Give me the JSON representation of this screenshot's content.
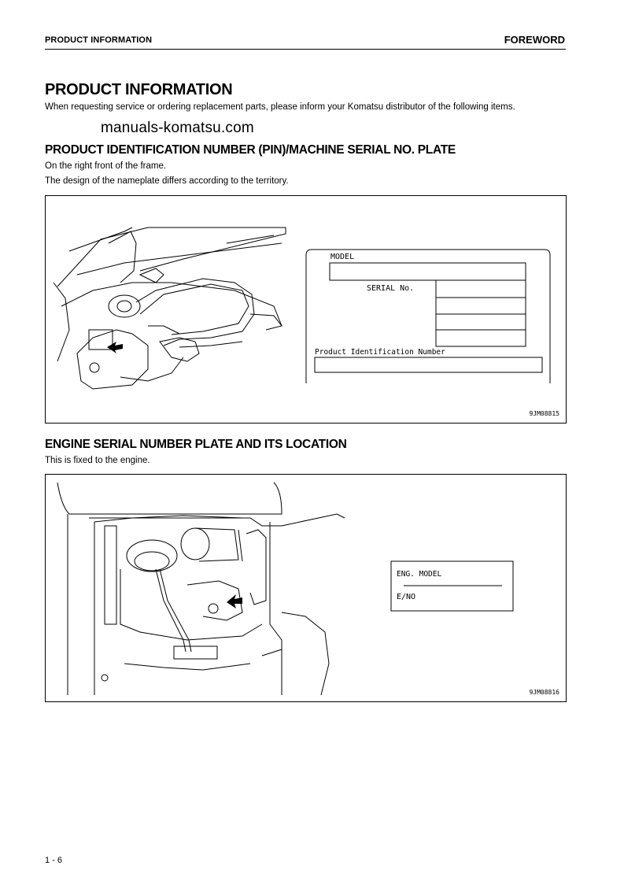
{
  "header": {
    "left": "PRODUCT INFORMATION",
    "right": "FOREWORD"
  },
  "title": "PRODUCT INFORMATION",
  "intro": "When requesting service or ordering replacement parts, please inform your Komatsu distributor of the following items.",
  "watermark": "manuals-komatsu.com",
  "section1": {
    "heading": "PRODUCT IDENTIFICATION NUMBER (PIN)/MACHINE SERIAL NO. PLATE",
    "line1": "On the right front of the frame.",
    "line2": "The design of the nameplate differs according to the territory.",
    "plate": {
      "model": "MODEL",
      "serial": "SERIAL No.",
      "pin": "Product Identification Number"
    },
    "figure_code": "9JM08815"
  },
  "section2": {
    "heading": "ENGINE SERIAL NUMBER PLATE AND ITS LOCATION",
    "line1": "This is fixed to the engine.",
    "plate": {
      "model": "ENG. MODEL",
      "eno": "E/NO"
    },
    "figure_code": "9JM08816"
  },
  "footer": {
    "page": "1 - 6"
  }
}
